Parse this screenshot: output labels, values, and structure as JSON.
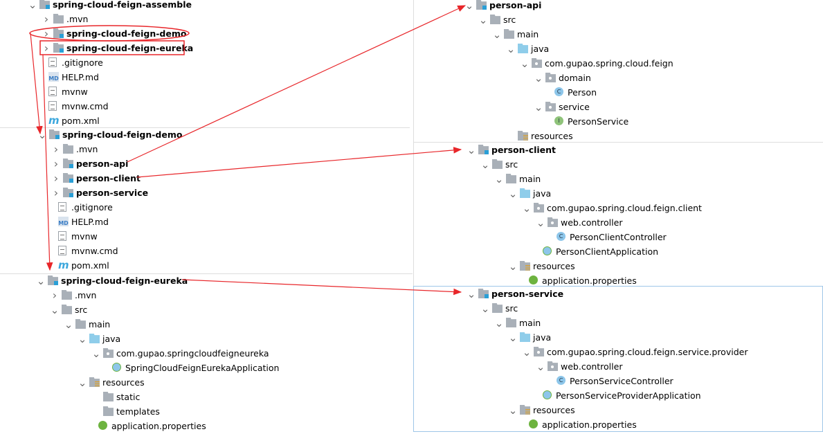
{
  "trees": [
    {
      "id": "assemble",
      "items": [
        {
          "label": "spring-cloud-feign-assemble",
          "depth": 0,
          "type": "module",
          "exp": "open",
          "bold": true
        },
        {
          "label": ".mvn",
          "depth": 1,
          "type": "folder",
          "exp": "closed"
        },
        {
          "label": "spring-cloud-feign-demo",
          "depth": 1,
          "type": "module",
          "exp": "closed",
          "bold": true
        },
        {
          "label": "spring-cloud-feign-eureka",
          "depth": 1,
          "type": "module",
          "exp": "closed",
          "bold": true
        },
        {
          "label": ".gitignore",
          "depth": 1,
          "type": "file"
        },
        {
          "label": "HELP.md",
          "depth": 1,
          "type": "md"
        },
        {
          "label": "mvnw",
          "depth": 1,
          "type": "file"
        },
        {
          "label": "mvnw.cmd",
          "depth": 1,
          "type": "file"
        },
        {
          "label": "pom.xml",
          "depth": 1,
          "type": "mvn"
        }
      ]
    },
    {
      "id": "demo",
      "items": [
        {
          "label": "spring-cloud-feign-demo",
          "depth": 0,
          "type": "module",
          "exp": "open",
          "bold": true
        },
        {
          "label": ".mvn",
          "depth": 1,
          "type": "folder",
          "exp": "closed"
        },
        {
          "label": "person-api",
          "depth": 1,
          "type": "module",
          "exp": "closed",
          "bold": true
        },
        {
          "label": "person-client",
          "depth": 1,
          "type": "module",
          "exp": "closed",
          "bold": true
        },
        {
          "label": "person-service",
          "depth": 1,
          "type": "module",
          "exp": "closed",
          "bold": true
        },
        {
          "label": ".gitignore",
          "depth": 1,
          "type": "file"
        },
        {
          "label": "HELP.md",
          "depth": 1,
          "type": "md"
        },
        {
          "label": "mvnw",
          "depth": 1,
          "type": "file"
        },
        {
          "label": "mvnw.cmd",
          "depth": 1,
          "type": "file"
        },
        {
          "label": "pom.xml",
          "depth": 1,
          "type": "mvn"
        }
      ]
    },
    {
      "id": "eureka",
      "items": [
        {
          "label": "spring-cloud-feign-eureka",
          "depth": 0,
          "type": "module",
          "exp": "open",
          "bold": true
        },
        {
          "label": ".mvn",
          "depth": 1,
          "type": "folder",
          "exp": "closed"
        },
        {
          "label": "src",
          "depth": 1,
          "type": "folder",
          "exp": "open"
        },
        {
          "label": "main",
          "depth": 2,
          "type": "folder",
          "exp": "open"
        },
        {
          "label": "java",
          "depth": 3,
          "type": "java",
          "exp": "open"
        },
        {
          "label": "com.gupao.springcloudfeigneureka",
          "depth": 4,
          "type": "package",
          "exp": "open"
        },
        {
          "label": "SpringCloudFeignEurekaApplication",
          "depth": 5,
          "type": "springapp"
        },
        {
          "label": "resources",
          "depth": 3,
          "type": "resources",
          "exp": "open"
        },
        {
          "label": "static",
          "depth": 4,
          "type": "folder"
        },
        {
          "label": "templates",
          "depth": 4,
          "type": "folder"
        },
        {
          "label": "application.properties",
          "depth": 4,
          "type": "spring"
        }
      ]
    },
    {
      "id": "api",
      "items": [
        {
          "label": "person-api",
          "depth": 0,
          "type": "module",
          "exp": "open",
          "bold": true
        },
        {
          "label": "src",
          "depth": 1,
          "type": "folder",
          "exp": "open"
        },
        {
          "label": "main",
          "depth": 2,
          "type": "folder",
          "exp": "open"
        },
        {
          "label": "java",
          "depth": 3,
          "type": "java",
          "exp": "open"
        },
        {
          "label": "com.gupao.spring.cloud.feign",
          "depth": 4,
          "type": "package",
          "exp": "open"
        },
        {
          "label": "domain",
          "depth": 5,
          "type": "package",
          "exp": "open"
        },
        {
          "label": "Person",
          "depth": 6,
          "type": "class"
        },
        {
          "label": "service",
          "depth": 5,
          "type": "package",
          "exp": "open"
        },
        {
          "label": "PersonService",
          "depth": 6,
          "type": "interface"
        },
        {
          "label": "resources",
          "depth": 3,
          "type": "resources"
        }
      ]
    },
    {
      "id": "client",
      "items": [
        {
          "label": "person-client",
          "depth": 0,
          "type": "module",
          "exp": "open",
          "bold": true
        },
        {
          "label": "src",
          "depth": 1,
          "type": "folder",
          "exp": "open"
        },
        {
          "label": "main",
          "depth": 2,
          "type": "folder",
          "exp": "open"
        },
        {
          "label": "java",
          "depth": 3,
          "type": "java",
          "exp": "open"
        },
        {
          "label": "com.gupao.spring.cloud.feign.client",
          "depth": 4,
          "type": "package",
          "exp": "open"
        },
        {
          "label": "web.controller",
          "depth": 5,
          "type": "package",
          "exp": "open"
        },
        {
          "label": "PersonClientController",
          "depth": 6,
          "type": "class"
        },
        {
          "label": "PersonClientApplication",
          "depth": 5,
          "type": "springapp"
        },
        {
          "label": "resources",
          "depth": 3,
          "type": "resources",
          "exp": "open"
        },
        {
          "label": "application.properties",
          "depth": 4,
          "type": "spring"
        }
      ]
    },
    {
      "id": "service",
      "items": [
        {
          "label": "person-service",
          "depth": 0,
          "type": "module",
          "exp": "open",
          "bold": true
        },
        {
          "label": "src",
          "depth": 1,
          "type": "folder",
          "exp": "open"
        },
        {
          "label": "main",
          "depth": 2,
          "type": "folder",
          "exp": "open"
        },
        {
          "label": "java",
          "depth": 3,
          "type": "java",
          "exp": "open"
        },
        {
          "label": "com.gupao.spring.cloud.feign.service.provider",
          "depth": 4,
          "type": "package",
          "exp": "open"
        },
        {
          "label": "web.controller",
          "depth": 5,
          "type": "package",
          "exp": "open"
        },
        {
          "label": "PersonServiceController",
          "depth": 6,
          "type": "class"
        },
        {
          "label": "PersonServiceProviderApplication",
          "depth": 5,
          "type": "springapp"
        },
        {
          "label": "resources",
          "depth": 3,
          "type": "resources",
          "exp": "open"
        },
        {
          "label": "application.properties",
          "depth": 4,
          "type": "spring"
        }
      ]
    }
  ],
  "colors": {
    "annotation": "#e8262a",
    "module_badge": "#2a9fd6"
  }
}
